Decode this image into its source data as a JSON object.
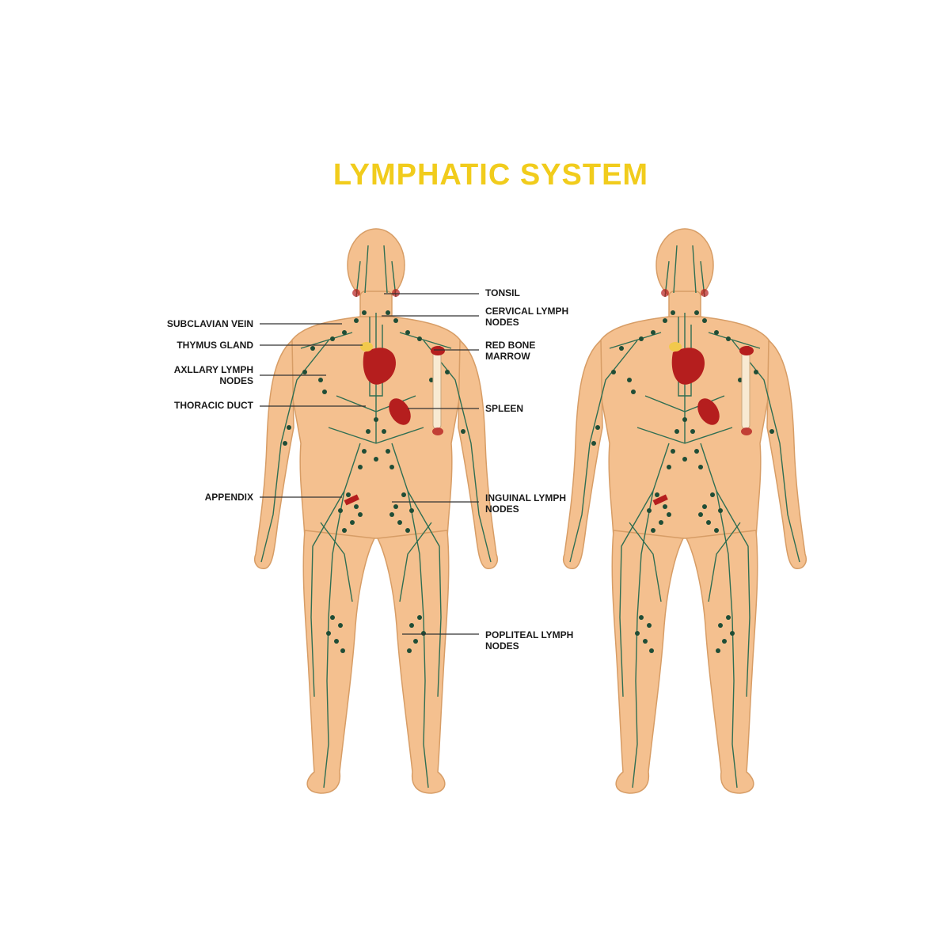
{
  "title": "LYMPHATIC SYSTEM",
  "colors": {
    "title": "#f1cc1c",
    "skin": "#f4c08f",
    "skin_outline": "#d79d66",
    "vessel": "#2f6e52",
    "node": "#1f4d36",
    "organ": "#b51e1e",
    "bone": "#f8ead2",
    "leader": "#333333"
  },
  "labels": {
    "tonsil": "TONSIL",
    "cervical": "CERVICAL LYMPH\nNODES",
    "red_bone_marrow": "RED BONE\nMARROW",
    "spleen": "SPLEEN",
    "inguinal": "INGUINAL LYMPH\nNODES",
    "popliteal": "POPLITEAL LYMPH\nNODES",
    "subclavian": "SUBCLAVIAN VEIN",
    "thymus": "THYMUS GLAND",
    "axillary": "AXLLARY LYMPH\nNODES",
    "thoracic": "THORACIC DUCT",
    "appendix": "APPENDIX"
  }
}
